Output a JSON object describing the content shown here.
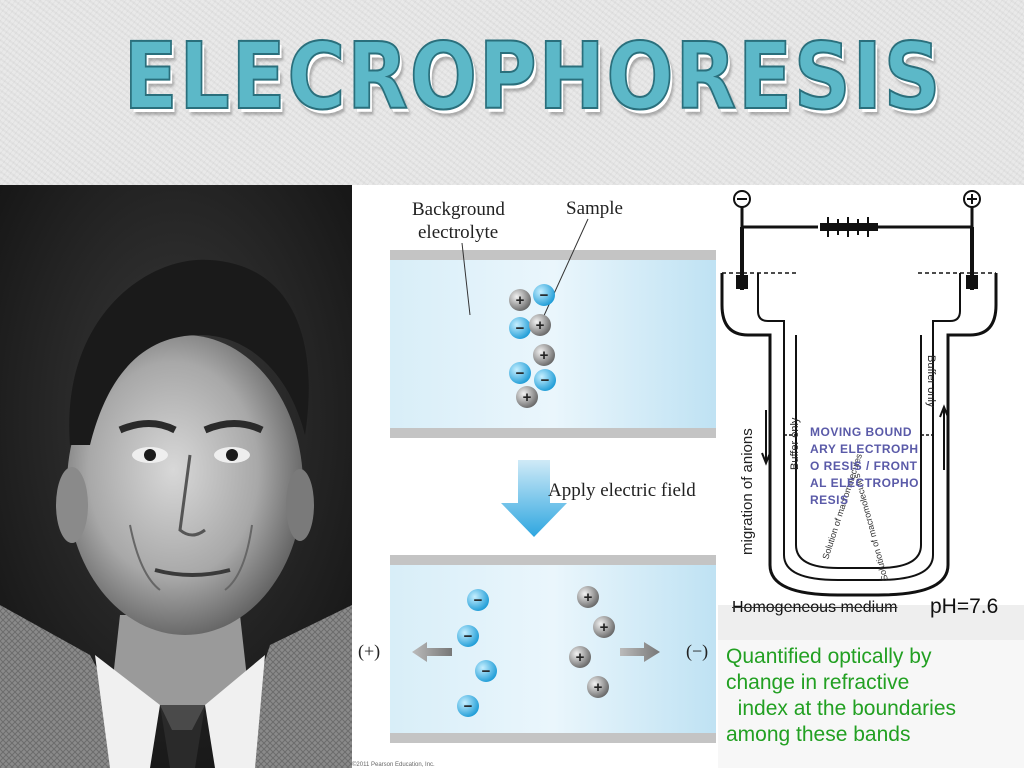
{
  "slide": {
    "title": "ELECROPHORESIS"
  },
  "center_diagram": {
    "background_label_line1": "Background",
    "background_label_line2": "electrolyte",
    "sample_label": "Sample",
    "apply_label": "Apply electric field",
    "positive_electrode": "(+)",
    "negative_electrode": "(−)",
    "copyright": "©2011 Pearson Education, Inc."
  },
  "right_diagram": {
    "cathode_symbol": "⊖",
    "anode_symbol": "⊕",
    "left_arm_label": "Buffer only",
    "right_arm_label": "Buffer only",
    "side_label": "migration of anions",
    "u_inner_left": "Solution of macromolecules",
    "u_inner_right": "Solution of macromolecules",
    "method_label": "MOVING BOUNDARY ELECTROPHO RESIS / FRONTAL ELECTROPHO RESIS"
  },
  "homogeneous_label": "Homogeneous medium",
  "ph_label": "pH=7.6",
  "quantified_lines": [
    "Quantified optically by",
    "change in refractive",
    "  index at the boundaries",
    "among these bands"
  ],
  "colors": {
    "title_fill": "#5cb8c8",
    "title_stroke": "#2a6f7c",
    "quantified_text": "#22a022",
    "method_text": "#5a5aa8",
    "anion": "#3ab0e0",
    "cation": "#777777"
  }
}
